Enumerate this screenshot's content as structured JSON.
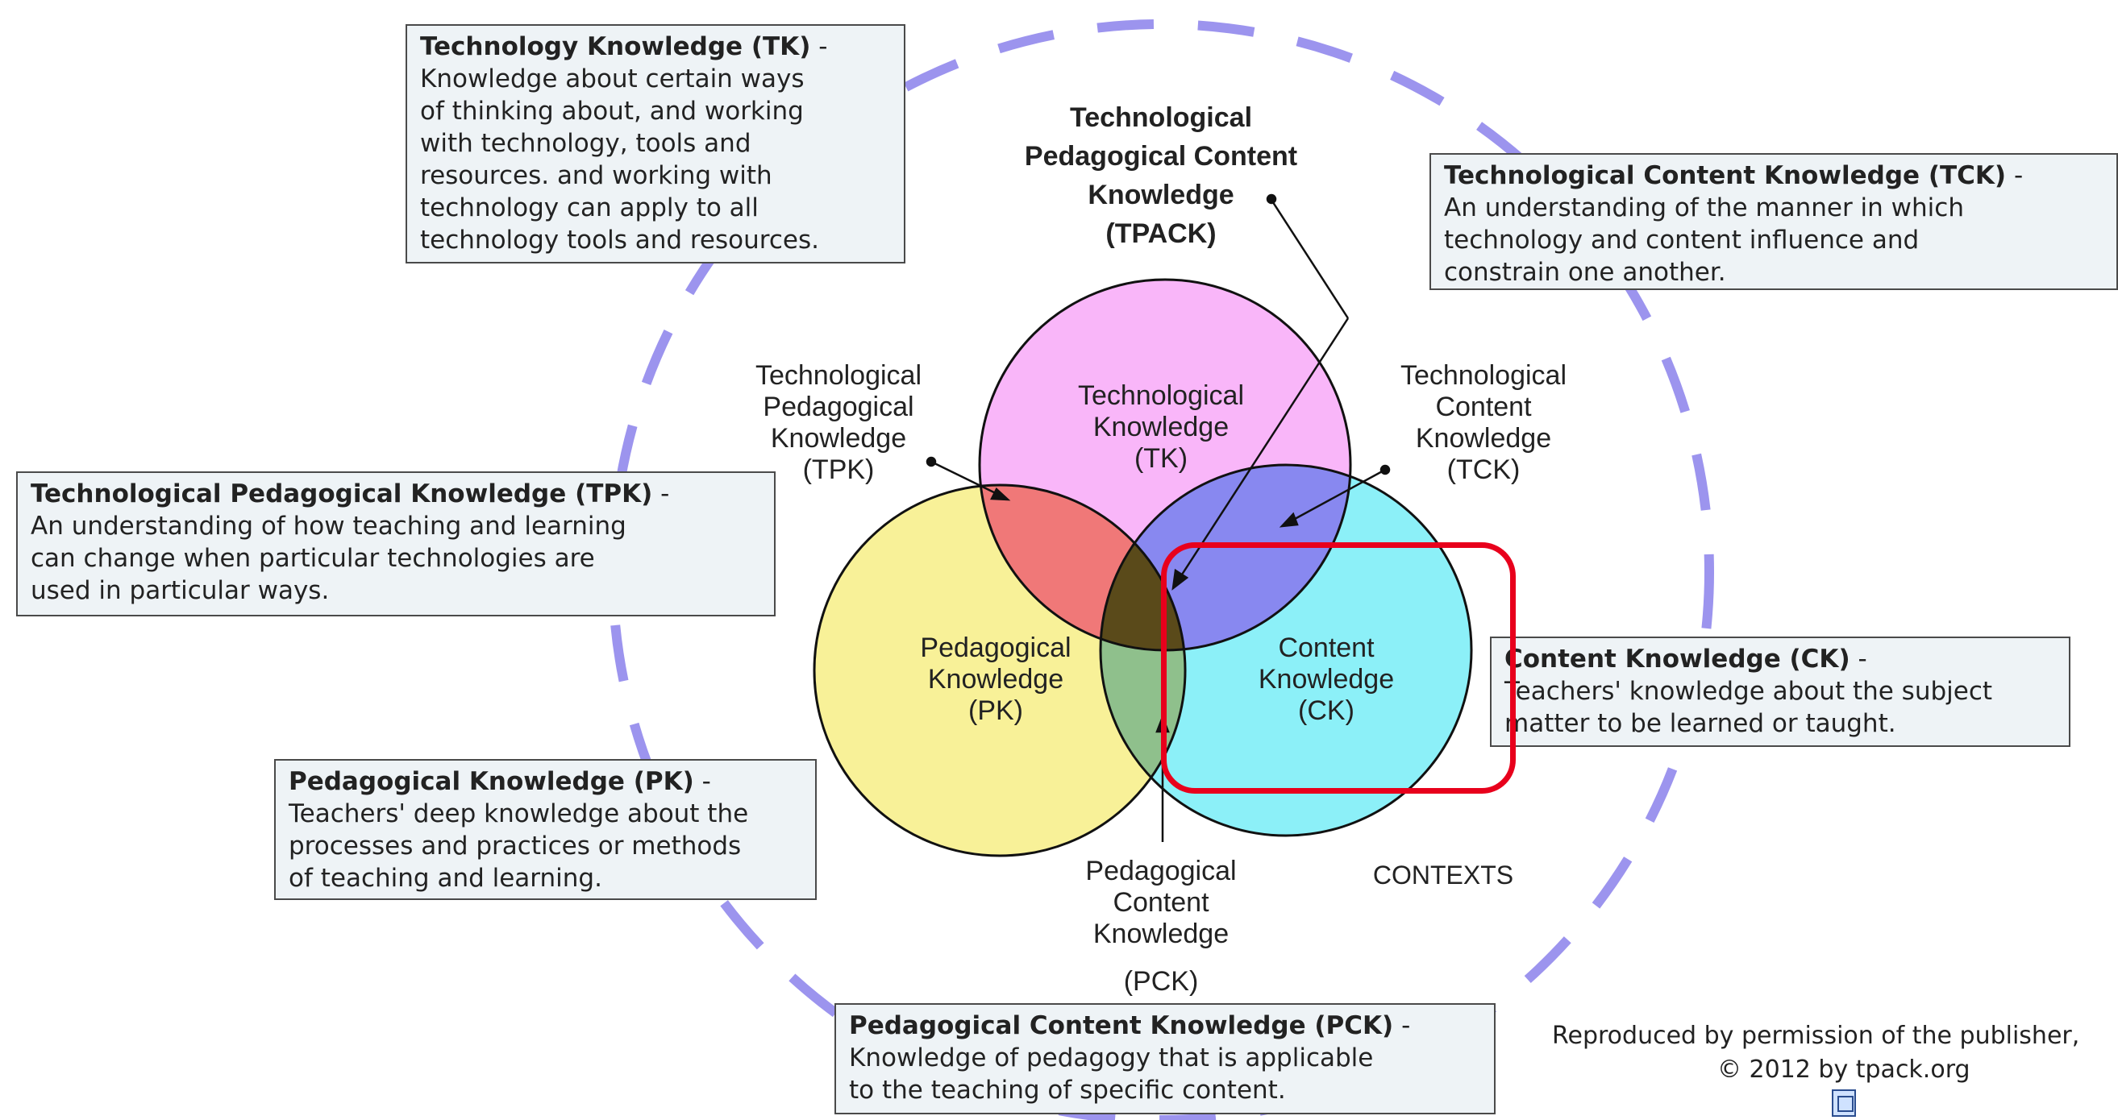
{
  "diagram_title": [
    "Technological",
    "Pedagogical Content",
    "Knowledge",
    "(TPACK)"
  ],
  "circles": {
    "tk": {
      "label": [
        "Technological",
        "Knowledge",
        "(TK)"
      ],
      "color": "#f9b6f9"
    },
    "pk": {
      "label": [
        "Pedagogical",
        "Knowledge",
        "(PK)"
      ],
      "color": "#f8f198"
    },
    "ck": {
      "label": [
        "Content",
        "Knowledge",
        "(CK)"
      ],
      "color": "#8cf0f8"
    }
  },
  "overlap_colors": {
    "tpk": "#f07878",
    "tck": "#8888f0",
    "pck": "#8fc08c",
    "tpack": "#5a4a1a"
  },
  "context_circle_color": "#9c94ee",
  "overlap_labels": {
    "tpk": [
      "Technological",
      "Pedagogical",
      "Knowledge",
      "(TPK)"
    ],
    "tck": [
      "Technological",
      "Content",
      "Knowledge",
      "(TCK)"
    ],
    "pck": [
      "Pedagogical",
      "Content",
      "Knowledge",
      "",
      "(PCK)"
    ]
  },
  "contexts_label": "CONTEXTS",
  "boxes": {
    "tk": {
      "title": "Technology Knowledge (TK)",
      "dash": " -",
      "lines": [
        "Knowledge about certain ways",
        "of thinking about, and working",
        "with technology, tools and",
        "resources. and working with",
        "technology can apply to all",
        "technology tools and resources."
      ]
    },
    "tck": {
      "title": "Technological Content Knowledge (TCK)",
      "dash": " -",
      "lines": [
        "An understanding of the manner in which",
        "technology and content influence and",
        "constrain one another."
      ]
    },
    "tpk": {
      "title": "Technological Pedagogical Knowledge (TPK)",
      "dash": " -",
      "lines": [
        "An understanding of how teaching and learning",
        "can change when particular technologies are",
        "used in particular ways."
      ]
    },
    "ck": {
      "title": "Content Knowledge (CK)",
      "dash": " -",
      "lines": [
        "Teachers' knowledge about the subject",
        "matter to be learned or taught."
      ]
    },
    "pk": {
      "title": "Pedagogical Knowledge (PK)",
      "dash": " -",
      "lines": [
        "Teachers' deep knowledge about the",
        "processes and practices or methods",
        "of teaching and learning."
      ]
    },
    "pck": {
      "title": "Pedagogical Content Knowledge (PCK)",
      "dash": " -",
      "lines": [
        "Knowledge of pedagogy that is applicable",
        "to the teaching of specific content."
      ]
    }
  },
  "credit": {
    "line1": "Reproduced by permission of the publisher,",
    "line2": "© 2012 by tpack.org"
  },
  "highlight_color": "#e8001c"
}
